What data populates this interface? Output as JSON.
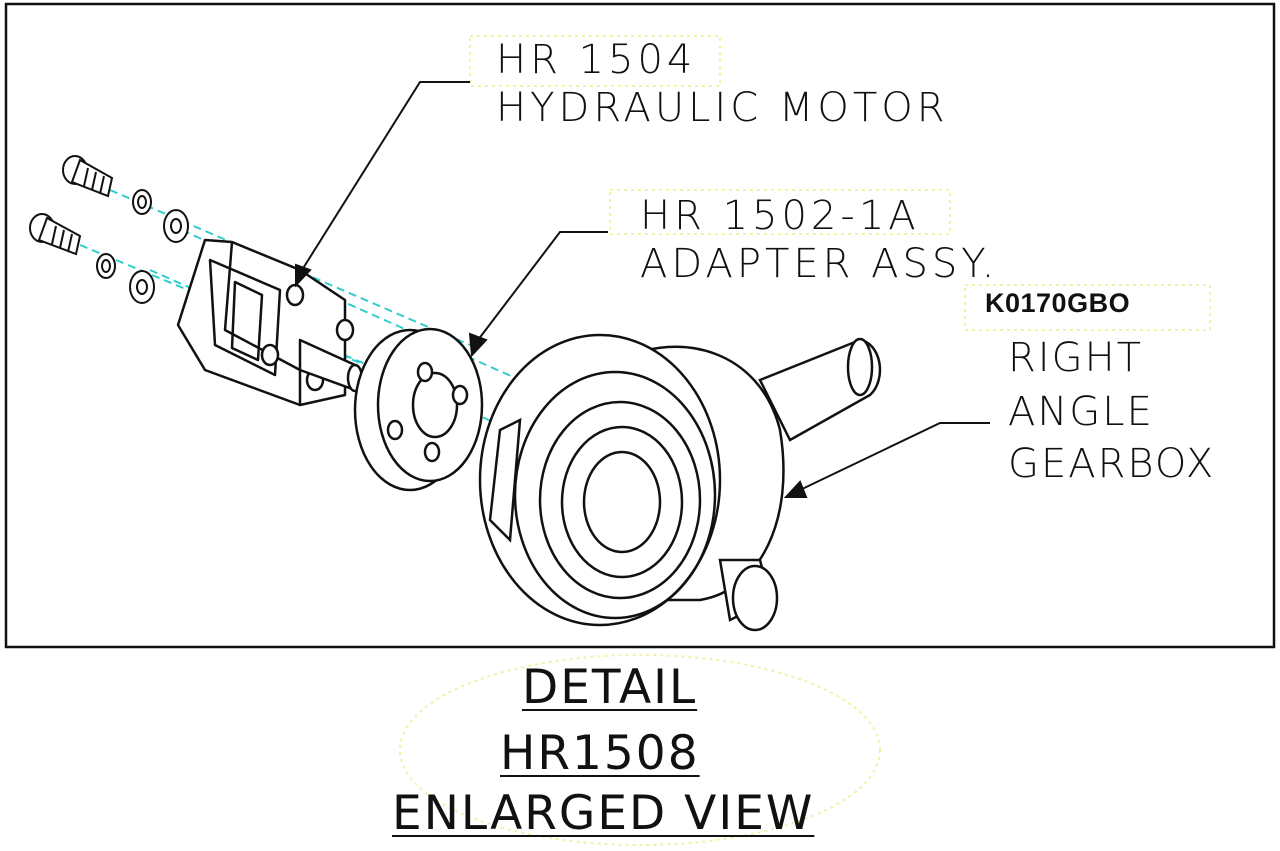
{
  "callouts": {
    "motor": {
      "part_number": "HR 1504",
      "description": "HYDRAULIC MOTOR"
    },
    "adapter": {
      "part_number": "HR 1502-1A",
      "description": "ADAPTER ASSY."
    },
    "gearbox": {
      "code": "K0170GBO",
      "line1": "RIGHT",
      "line2": "ANGLE",
      "line3": "GEARBOX"
    }
  },
  "title_block": {
    "line1": "DETAIL",
    "line2": "HR1508",
    "line3": "ENLARGED VIEW"
  },
  "colors": {
    "line": "#111111",
    "centerline": "#33cccc",
    "highlight": "#f7f7c8"
  }
}
